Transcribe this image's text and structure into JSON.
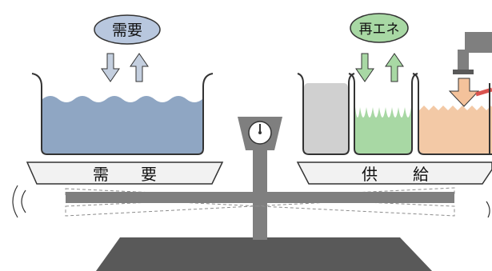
{
  "labels": {
    "demand_bubble": "需要",
    "renewable_bubble": "再エネ",
    "demand_pan_1": "需",
    "demand_pan_2": "要",
    "supply_pan_1": "供",
    "supply_pan_2": "給"
  },
  "colors": {
    "outline": "#333333",
    "beam": "#7f7f7f",
    "base": "#595959",
    "demand_water": "#8fa6c3",
    "demand_bubble": "#b8c7de",
    "renewable_water": "#a8d8a4",
    "renewable_bubble": "#a8d8a4",
    "gray_water": "#d0d0d0",
    "orange_water": "#f3c9a6",
    "orange_arrow": "#f4c29b",
    "demand_arrow": "#c4cfdf",
    "renewable_arrow": "#a8d8a4",
    "pan_fill": "#f2f2f2",
    "dashed": "#8c8c8c",
    "red_tube": "#d9534f"
  },
  "icons": {
    "up_arrow": "arrow-up-icon",
    "down_arrow": "arrow-down-icon",
    "faucet": "faucet-icon",
    "gauge": "gauge-icon"
  }
}
